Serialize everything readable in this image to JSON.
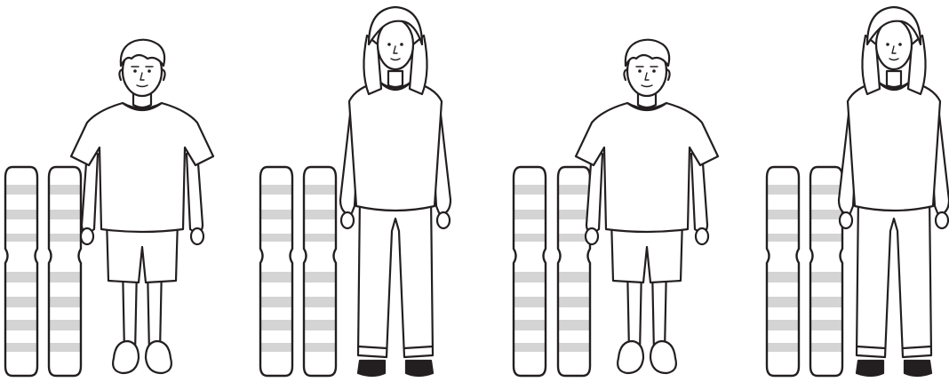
{
  "figure": {
    "panels": [
      {
        "figure_kind": "boy",
        "chromosome_pair": [
          "chromosome",
          "chromosome"
        ]
      },
      {
        "figure_kind": "girl",
        "chromosome_pair": [
          "chromosome",
          "chromosome"
        ]
      },
      {
        "figure_kind": "boy",
        "chromosome_pair": [
          "chromosome",
          "chromosome"
        ]
      },
      {
        "figure_kind": "girl",
        "chromosome_pair": [
          "chromosome",
          "chromosome"
        ]
      }
    ],
    "colors": {
      "outline": "#231f20",
      "band": "#d4d4d4",
      "fill": "#ffffff"
    },
    "icons": [
      "boy-figure",
      "girl-figure",
      "chromosome-icon"
    ]
  }
}
